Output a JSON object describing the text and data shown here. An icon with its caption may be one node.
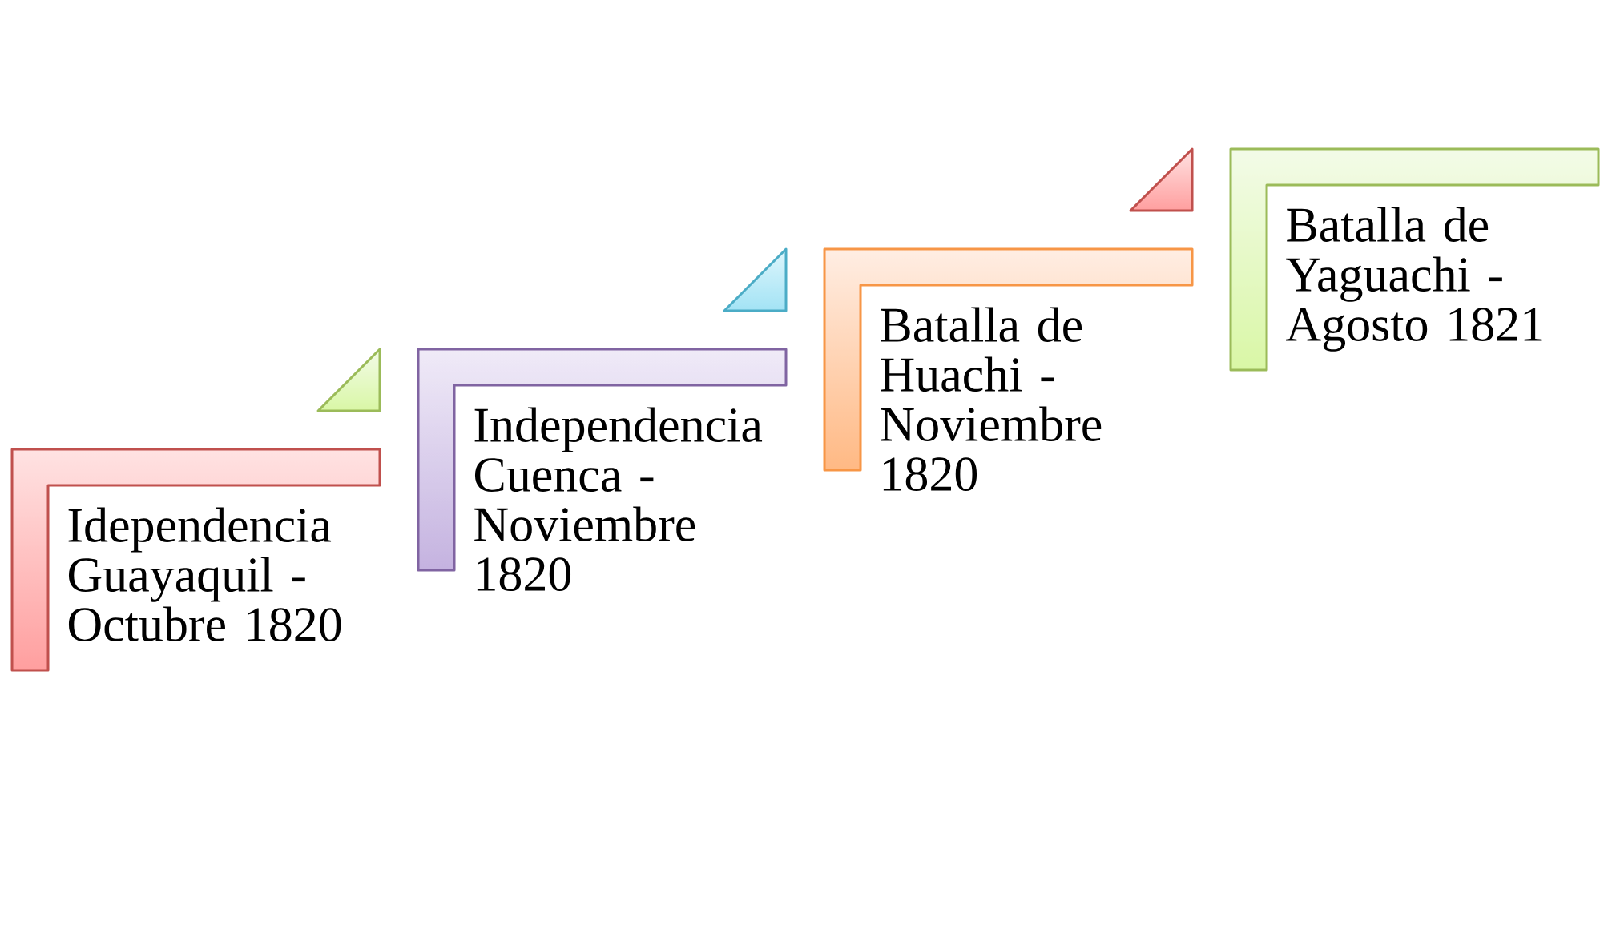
{
  "diagram": {
    "nodes": [
      {
        "text": [
          "Idependencia Guayaquil - Octubre 1820"
        ]
      },
      {
        "text": [
          "Independencia Cuenca - Noviembre 1820"
        ]
      },
      {
        "text": [
          "Batalla de Huachi - Noviembre 1820"
        ]
      },
      {
        "text": [
          "Batalla de Yaguachi - Agosto 1821"
        ]
      }
    ]
  }
}
